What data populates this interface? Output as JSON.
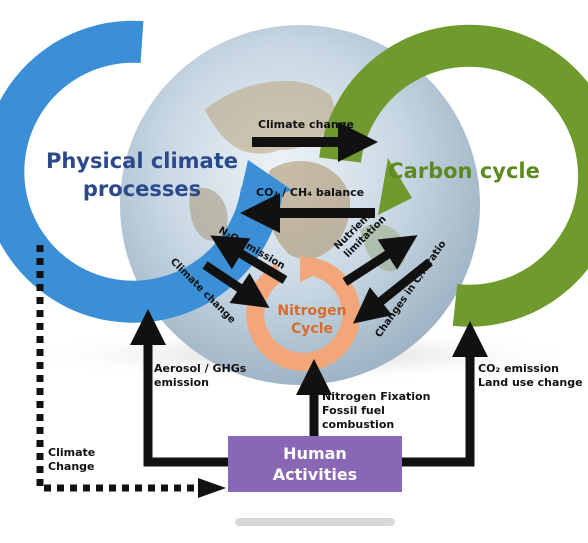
{
  "nodes": {
    "physical": {
      "line1": "Physical climate",
      "line2": "processes"
    },
    "carbon": {
      "label": "Carbon cycle"
    },
    "nitrogen": {
      "line1": "Nitrogen",
      "line2": "Cycle"
    },
    "human": {
      "line1": "Human",
      "line2": "Activities"
    }
  },
  "links": {
    "climate_change_top": "Climate change",
    "co2_ch4_balance": "CO₂ / CH₄ balance",
    "n2o_emission": "N₂O emission",
    "nutrient_limitation_line1": "Nutrient",
    "nutrient_limitation_line2": "limitation",
    "climate_change_diag": "Climate change",
    "changes_cn_ratio": "Changes in C/N ratio",
    "aerosol_line1": "Aerosol / GHGs",
    "aerosol_line2": "emission",
    "co2_emission_line1": "CO₂ emission",
    "co2_emission_line2": "Land use change",
    "nitrogen_fixation_line1": "Nitrogen Fixation",
    "nitrogen_fixation_line2": "Fossil fuel",
    "nitrogen_fixation_line3": "combustion",
    "climate_change_left_line1": "Climate",
    "climate_change_left_line2": "Change"
  },
  "colors": {
    "physical": "#3b8fd6",
    "carbon": "#6f9a2e",
    "nitrogen": "#f2a679",
    "human": "#8a67b4",
    "arrow": "#111111",
    "globe": "#c9d8e4"
  }
}
